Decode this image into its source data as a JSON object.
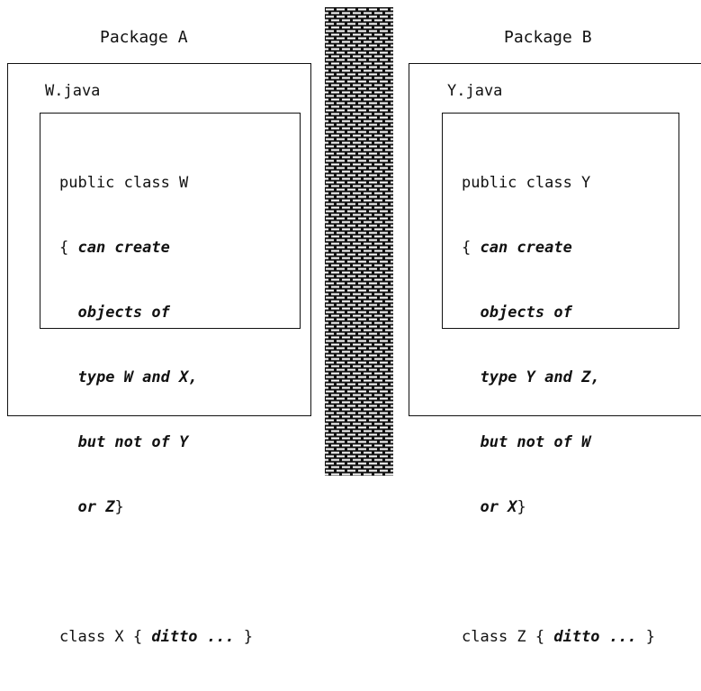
{
  "packages": [
    {
      "title": "Package A",
      "file": "W.java",
      "class_decl": "public class W",
      "body_open": "{ ",
      "body_lines": [
        "can create",
        "objects of",
        "type W and X,",
        "but not of Y",
        "or Z"
      ],
      "body_close": "}",
      "second_class_prefix": "class X { ",
      "second_class_body": "ditto ...",
      "second_class_close": " }"
    },
    {
      "title": "Package B",
      "file": "Y.java",
      "class_decl": "public class Y",
      "body_open": "{ ",
      "body_lines": [
        "can create",
        "objects of",
        "type Y and Z,",
        "but not of W",
        "or X"
      ],
      "body_close": "}",
      "second_class_prefix": "class Z { ",
      "second_class_body": "ditto ...",
      "second_class_close": " }"
    }
  ]
}
